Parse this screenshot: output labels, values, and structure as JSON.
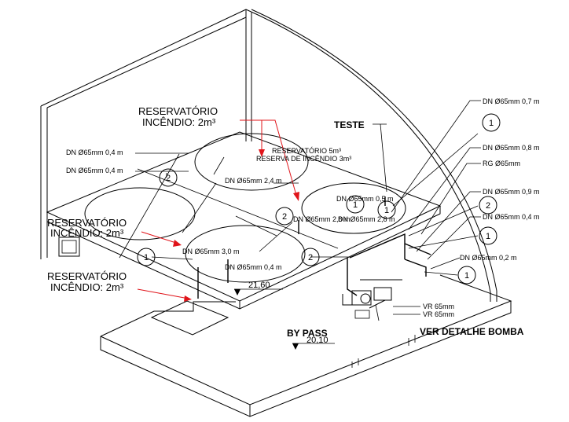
{
  "labels": {
    "res_incendio_top_1": "RESERVATÓRIO",
    "res_incendio_top_2": "INCÊNDIO: 2m³",
    "res_incendio_mid_1": "RESERVATÓRIO",
    "res_incendio_mid_2": "INCÊNDIO: 2m³",
    "res_incendio_low_1": "RESERVATÓRIO",
    "res_incendio_low_2": "INCÊNDIO: 2m³",
    "res_5m3": "RESERVATÓRIO 5m³",
    "reserva_3m3": "RESERVA DE INCÊNDIO 3m³",
    "teste": "TESTE",
    "by_pass": "BY PASS",
    "ver_detalhe_bomba": "VER DETALHE BOMBA",
    "dim_21_60": "21,60",
    "dim_20_10": "20,10",
    "dn_left_1": "DN Ø65mm 0,4 m",
    "dn_left_2": "DN Ø65mm 0,4 m",
    "dn_center_24": "DN Ø65mm 2,4 m",
    "dn_center_30": "DN Ø65mm 3,0 m",
    "dn_center_04": "DN Ø65mm 0,4 m",
    "dn_mid_05": "DN Ø65mm 0,5 m",
    "dn_mid_28a": "DN Ø65mm 2,8 m",
    "dn_mid_28b": "DN Ø65mm 2,8 m",
    "dn_right_07": "DN Ø65mm 0,7 m",
    "dn_right_08": "DN Ø65mm 0,8 m",
    "rg_65": "RG Ø65mm",
    "dn_right_09": "DN Ø65mm 0,9 m",
    "dn_right_04": "DN Ø65mm 0,4 m",
    "dn_right_02": "DN Ø65mm 0,2 m",
    "vr_65_a": "VR 65mm",
    "vr_65_b": "VR 65mm"
  },
  "markers": {
    "m_tr_1": "1",
    "m_r_2": "2",
    "m_r_1a": "1",
    "m_r_1b": "1",
    "m_c_2a": "2",
    "m_c_2b": "2",
    "m_c_2c": "2",
    "m_c_1a": "1",
    "m_c_1b": "1",
    "m_c_1c": "1"
  },
  "colors": {
    "line": "#000000",
    "arrow": "#e0141a"
  }
}
